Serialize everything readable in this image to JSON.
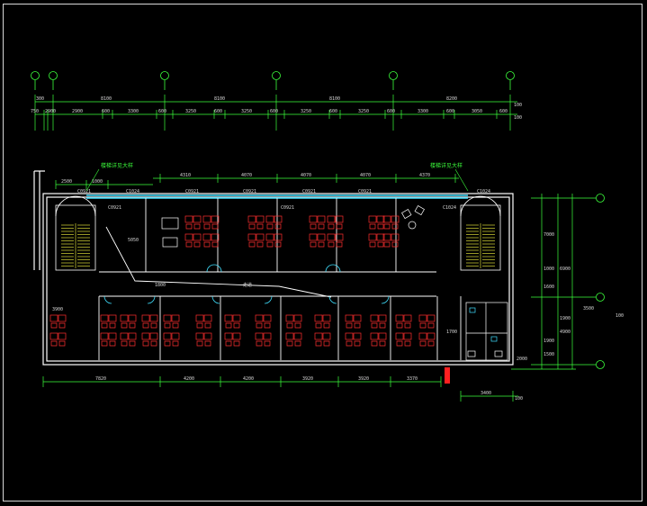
{
  "top_dims": {
    "overall": [
      "300",
      "8100",
      "8100",
      "8100",
      "8200",
      "100"
    ],
    "detail": [
      "750",
      "2900",
      "2900",
      "600",
      "3300",
      "600",
      "3250",
      "600",
      "3250",
      "600",
      "3250",
      "600",
      "3250",
      "600",
      "3300",
      "600",
      "3050",
      "600",
      "100"
    ]
  },
  "plan_dims_top": [
    "2500",
    "1000",
    "4310",
    "4070",
    "4070",
    "4070",
    "4370"
  ],
  "plan_dims_bottom": [
    "7820",
    "4200",
    "4200",
    "3920",
    "3920",
    "3370",
    "3400",
    "100"
  ],
  "plan_dims_left": [
    "5050",
    "1800",
    "3900"
  ],
  "plan_dims_right": [
    "1700",
    "7000",
    "1000",
    "1600",
    "6900",
    "1900",
    "4900",
    "1900",
    "1500",
    "2000",
    "100",
    "3500"
  ],
  "window_tags": [
    "C0921",
    "C1024",
    "C0921",
    "C0921",
    "C0921",
    "C0921",
    "C1024",
    "C0921",
    "C1024",
    "C0921"
  ],
  "corridor_label": "走道",
  "stair_notes": [
    "楼梯详见大样",
    "楼梯详见大样"
  ],
  "colors": {
    "wall": "#ffffff",
    "grid": "#3cff3c",
    "dim": "#d8d8d8",
    "furniture": "#ff3030",
    "window": "#40e0ff",
    "stair": "#ffff40",
    "accent": "#ff2020"
  }
}
